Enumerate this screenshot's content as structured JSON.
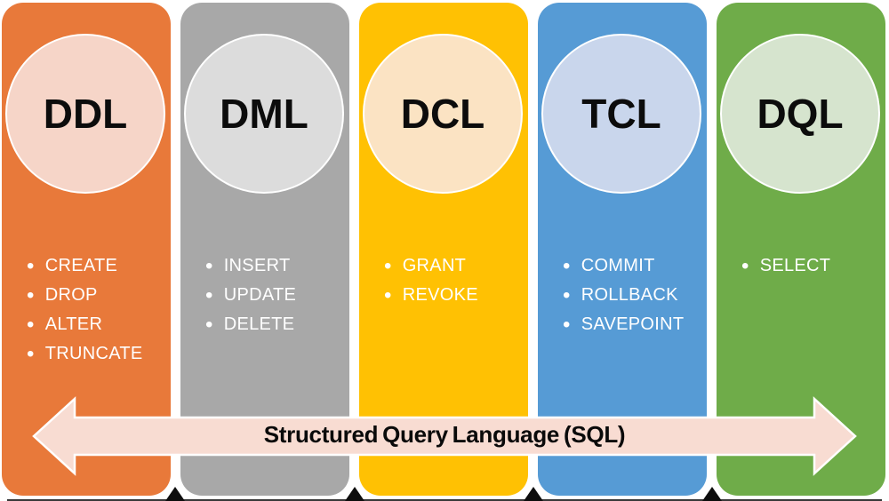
{
  "cards": [
    {
      "acronym": "DDL",
      "items": [
        "CREATE",
        "DROP",
        "ALTER",
        "TRUNCATE"
      ],
      "color": "#E8793A",
      "circle_color": "#F6D5C8"
    },
    {
      "acronym": "DML",
      "items": [
        "INSERT",
        "UPDATE",
        "DELETE"
      ],
      "color": "#A8A8A8",
      "circle_color": "#DCDCDC"
    },
    {
      "acronym": "DCL",
      "items": [
        "GRANT",
        "REVOKE"
      ],
      "color": "#FFC103",
      "circle_color": "#FBE3C3"
    },
    {
      "acronym": "TCL",
      "items": [
        "COMMIT",
        "ROLLBACK",
        "SAVEPOINT"
      ],
      "color": "#569BD5",
      "circle_color": "#C9D6EC"
    },
    {
      "acronym": "DQL",
      "items": [
        "SELECT"
      ],
      "color": "#6FAC49",
      "circle_color": "#D6E4CE"
    }
  ],
  "arrow": {
    "label": "Structured Query Language (SQL)",
    "fill": "#F8DCD2",
    "border": "#FFFFFF",
    "text_color": "#0A0A0A"
  }
}
